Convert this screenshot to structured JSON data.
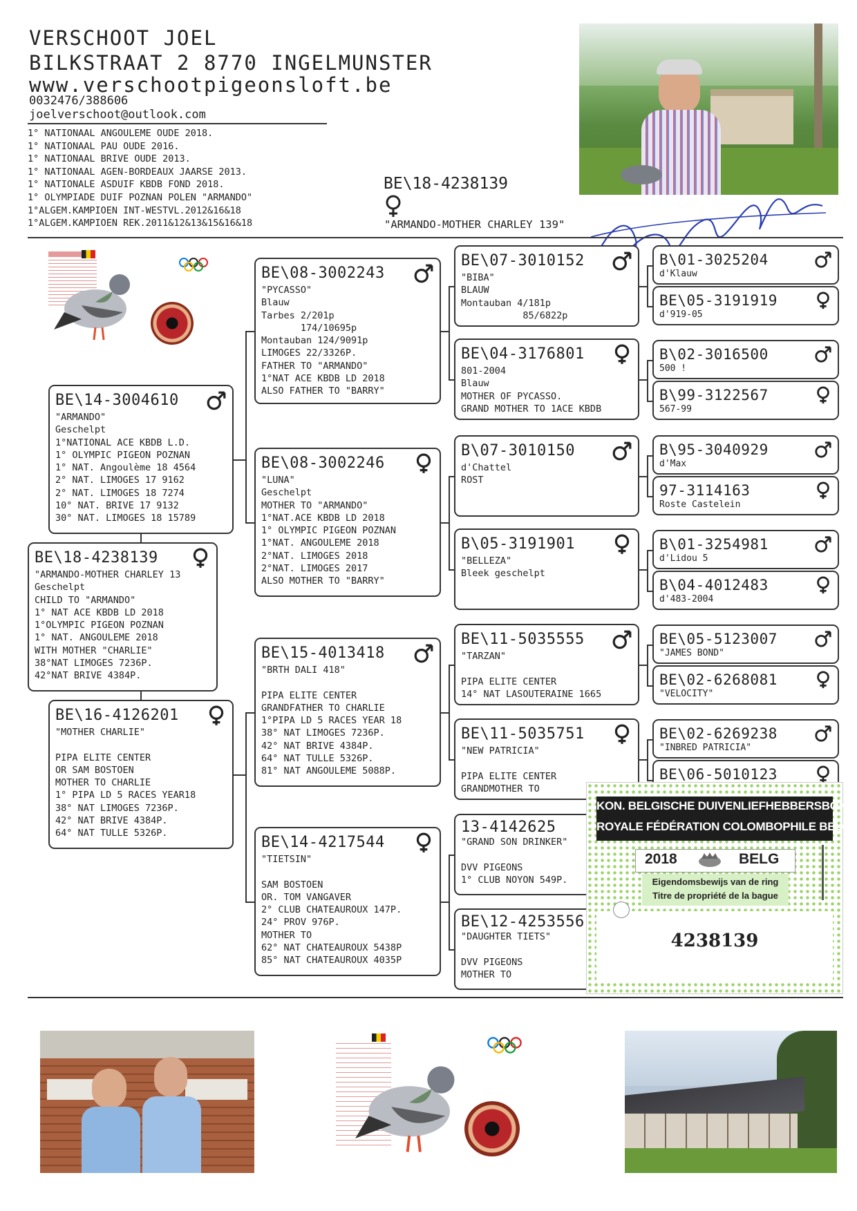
{
  "header": {
    "name": "VERSCHOOT JOEL",
    "address": "BILKSTRAAT 2 8770 INGELMUNSTER",
    "website": "www.verschootpigeonsloft.be",
    "phone": "0032476/388606",
    "email": "joelverschoot@outlook.com",
    "achievements": [
      "1° NATIONAAL ANGOULEME OUDE 2018.",
      "1° NATIONAAL PAU OUDE 2016.",
      "1° NATIONAAL BRIVE OUDE 2013.",
      "1° NATIONAAL AGEN-BORDEAUX JAARSE 2013.",
      "1° NATIONALE ASDUIF KBDB FOND 2018.",
      "1° OLYMPIADE DUIF POZNAN POLEN \"ARMANDO\"",
      "1°ALGEM.KAMPIOEN INT-WESTVL.2012&16&18",
      "1°ALGEM.KAMPIOEN REK.2011&12&13&15&16&18"
    ]
  },
  "subject": {
    "ring": "BE\\18-4238139",
    "name": "\"ARMANDO-MOTHER CHARLEY 139\""
  },
  "pigeons": {
    "p0": {
      "ring": "BE\\18-4238139",
      "sex": "female",
      "lines": [
        "\"ARMANDO-MOTHER CHARLEY 13",
        "Geschelpt",
        "CHILD TO \"ARMANDO\"",
        "1° NAT ACE KBDB LD 2018",
        "1°OLYMPIC PIGEON POZNAN",
        "1° NAT. ANGOULEME 2018",
        "WITH MOTHER \"CHARLIE\"",
        "38°NAT LIMOGES 7236P.",
        "42°NAT BRIVE 4384P."
      ]
    },
    "f": {
      "ring": "BE\\14-3004610",
      "sex": "male",
      "lines": [
        "\"ARMANDO\"",
        "Geschelpt",
        "1°NATIONAL ACE KBDB L.D.",
        "1° OLYMPIC PIGEON POZNAN",
        "1° NAT. Angoulème 18 4564",
        "2° NAT. LIMOGES 17 9162",
        "2° NAT. LIMOGES 18 7274",
        "10° NAT. BRIVE 17 9132",
        "30° NAT. LIMOGES 18 15789"
      ]
    },
    "m": {
      "ring": "BE\\16-4126201",
      "sex": "female",
      "lines": [
        "\"MOTHER CHARLIE\"",
        "",
        "PIPA ELITE CENTER",
        "OR SAM BOSTOEN",
        "MOTHER TO CHARLIE",
        "1° PIPA LD 5 RACES YEAR18",
        "38° NAT LIMOGES 7236P.",
        "42° NAT BRIVE 4384P.",
        "64° NAT TULLE 5326P."
      ]
    },
    "ff": {
      "ring": "BE\\08-3002243",
      "sex": "male",
      "lines": [
        "\"PYCASSO\"",
        "Blauw",
        "Tarbes 2/201p",
        "       174/10695p",
        "Montauban 124/9091p",
        "LIMOGES 22/3326P.",
        "FATHER TO \"ARMANDO\"",
        "1°NAT ACE KBDB LD 2018",
        "ALSO FATHER TO \"BARRY\""
      ]
    },
    "fm": {
      "ring": "BE\\08-3002246",
      "sex": "female",
      "lines": [
        "\"LUNA\"",
        "Geschelpt",
        "MOTHER TO \"ARMANDO\"",
        "1°NAT.ACE KBDB LD 2018",
        "1° OLYMPIC PIGEON POZNAN",
        "1°NAT. ANGOULEME 2018",
        "2°NAT. LIMOGES 2018",
        "2°NAT. LIMOGES 2017",
        "ALSO MOTHER TO \"BARRY\""
      ]
    },
    "mf": {
      "ring": "BE\\15-4013418",
      "sex": "male",
      "lines": [
        "\"BRTH DALI 418\"",
        "",
        "PIPA ELITE CENTER",
        "GRANDFATHER TO CHARLIE",
        "1°PIPA LD 5 RACES YEAR 18",
        "38° NAT LIMOGES 7236P.",
        "42° NAT BRIVE 4384P.",
        "64° NAT TULLE 5326P.",
        "81° NAT ANGOULEME 5088P."
      ]
    },
    "mm": {
      "ring": "BE\\14-4217544",
      "sex": "female",
      "lines": [
        "\"TIETSIN\"",
        "",
        "SAM BOSTOEN",
        "OR. TOM VANGAVER",
        "2° CLUB CHATEAUROUX 147P.",
        "24° PROV 976P.",
        "MOTHER TO",
        "62° NAT CHATEAUROUX 5438P",
        "85° NAT CHATEAUROUX 4035P"
      ]
    },
    "fff": {
      "ring": "BE\\07-3010152",
      "sex": "male",
      "lines": [
        "\"BIBA\"",
        "BLAUW",
        "Montauban 4/181p",
        "           85/6822p"
      ]
    },
    "ffm": {
      "ring": "BE\\04-3176801",
      "sex": "female",
      "lines": [
        "801-2004",
        "Blauw",
        "MOTHER OF PYCASSO.",
        "GRAND MOTHER TO 1ACE KBDB"
      ]
    },
    "fmf": {
      "ring": "B\\07-3010150",
      "sex": "male",
      "lines": [
        "d'Chattel",
        "ROST"
      ]
    },
    "fmm": {
      "ring": "B\\05-3191901",
      "sex": "female",
      "lines": [
        "\"BELLEZA\"",
        "Bleek geschelpt"
      ]
    },
    "mff": {
      "ring": "BE\\11-5035555",
      "sex": "male",
      "lines": [
        "\"TARZAN\"",
        "",
        "PIPA ELITE CENTER",
        "14° NAT LASOUTERAINE 1665"
      ]
    },
    "mfm": {
      "ring": "BE\\11-5035751",
      "sex": "female",
      "lines": [
        "\"NEW PATRICIA\"",
        "",
        "PIPA ELITE CENTER",
        "GRANDMOTHER TO"
      ]
    },
    "mmf": {
      "ring": "13-4142625",
      "sex": "",
      "lines": [
        "\"GRAND SON DRINKER\"",
        "",
        "DVV PIGEONS",
        "1° CLUB NOYON 549P."
      ]
    },
    "mmm": {
      "ring": "BE\\12-4253556",
      "sex": "",
      "lines": [
        "\"DAUGHTER TIETS\"",
        "",
        "DVV PIGEONS",
        "MOTHER TO"
      ]
    },
    "g1": {
      "ring": "B\\01-3025204",
      "sex": "male",
      "lines": [
        "d'Klauw"
      ]
    },
    "g2": {
      "ring": "BE\\05-3191919",
      "sex": "female",
      "lines": [
        "d'919-05"
      ]
    },
    "g3": {
      "ring": "B\\02-3016500",
      "sex": "male",
      "lines": [
        "500 !"
      ]
    },
    "g4": {
      "ring": "B\\99-3122567",
      "sex": "female",
      "lines": [
        "567-99"
      ]
    },
    "g5": {
      "ring": "B\\95-3040929",
      "sex": "male",
      "lines": [
        "d'Max"
      ]
    },
    "g6": {
      "ring": "97-3114163",
      "sex": "female",
      "lines": [
        "Roste Castelein"
      ]
    },
    "g7": {
      "ring": "B\\01-3254981",
      "sex": "male",
      "lines": [
        "d'Lidou 5"
      ]
    },
    "g8": {
      "ring": "B\\04-4012483",
      "sex": "female",
      "lines": [
        "d'483-2004"
      ]
    },
    "g9": {
      "ring": "BE\\05-5123007",
      "sex": "male",
      "lines": [
        "\"JAMES BOND\""
      ]
    },
    "g10": {
      "ring": "BE\\02-6268081",
      "sex": "female",
      "lines": [
        "\"VELOCITY\""
      ]
    },
    "g11": {
      "ring": "BE\\02-6269238",
      "sex": "male",
      "lines": [
        "\"INBRED PATRICIA\""
      ]
    },
    "g12": {
      "ring": "BE\\06-5010123",
      "sex": "female",
      "lines": []
    }
  },
  "ring_card": {
    "org_nl": "KON. BELGISCHE DUIVENLIEFHEBBERSBOND",
    "org_fr": "ROYALE FÉDÉRATION COLOMBOPHILE BELGE",
    "year": "2018",
    "country": "BELG",
    "title_nl": "Eigendomsbewijs van de ring",
    "title_fr": "Titre de propriété de la bague",
    "number": "4238139"
  },
  "colors": {
    "line": "#333333",
    "card_green": "#9bd36a",
    "signature": "#2b3fb0"
  }
}
